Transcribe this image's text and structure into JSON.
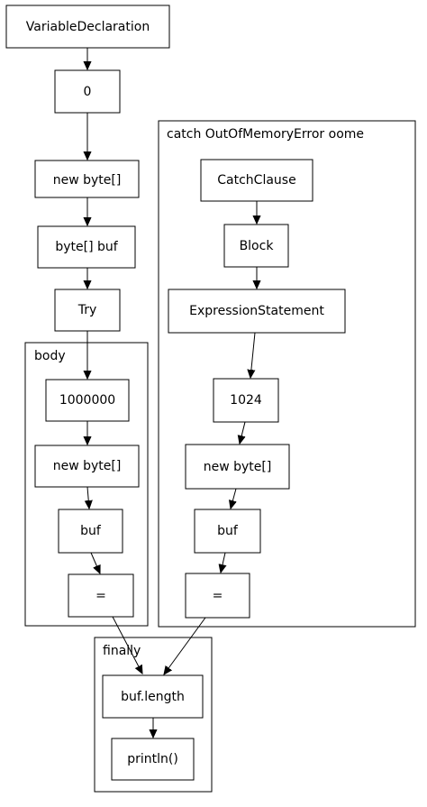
{
  "clusters": {
    "body": "body",
    "catch": "catch OutOfMemoryError oome",
    "finally": "finally"
  },
  "nodes": {
    "variable_declaration": "VariableDeclaration",
    "zero": "0",
    "new_byte_array_1": "new byte[]",
    "byte_array_buf": "byte[] buf",
    "try": "Try",
    "body_1000000": "1000000",
    "body_new_byte_array": "new byte[]",
    "body_buf": "buf",
    "body_assign": "=",
    "catch_clause": "CatchClause",
    "catch_block": "Block",
    "catch_expression_statement": "ExpressionStatement",
    "catch_1024": "1024",
    "catch_new_byte_array": "new byte[]",
    "catch_buf": "buf",
    "catch_assign": "=",
    "finally_buf_length": "buf.length",
    "finally_println": "println()"
  },
  "colors": {
    "stroke": "#000000",
    "fill": "#ffffff",
    "text": "#000000"
  }
}
